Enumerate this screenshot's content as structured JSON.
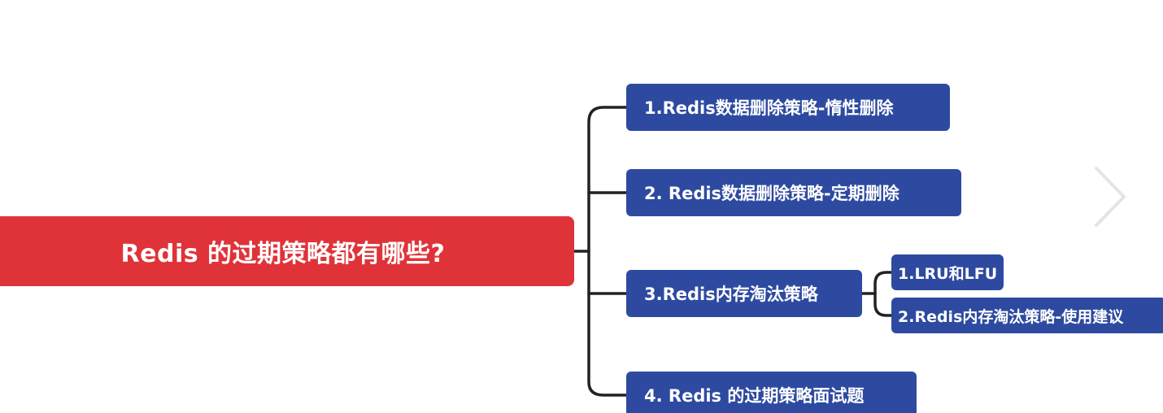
{
  "mindmap": {
    "root": {
      "label": "Redis 的过期策略都有哪些?"
    },
    "branches": [
      {
        "label": "1.Redis数据删除策略-惰性删除"
      },
      {
        "label": "2. Redis数据删除策略-定期删除"
      },
      {
        "label": "3.Redis内存淘汰策略",
        "children": [
          {
            "label": "1.LRU和LFU"
          },
          {
            "label": "2.Redis内存淘汰策略-使用建议"
          }
        ]
      },
      {
        "label": "4. Redis 的过期策略面试题"
      }
    ]
  },
  "colors": {
    "root": "#df3339",
    "branch": "#2e4aa0",
    "connector": "#222222",
    "text": "#ffffff"
  },
  "icons": {
    "next": "chevron-right-icon"
  }
}
